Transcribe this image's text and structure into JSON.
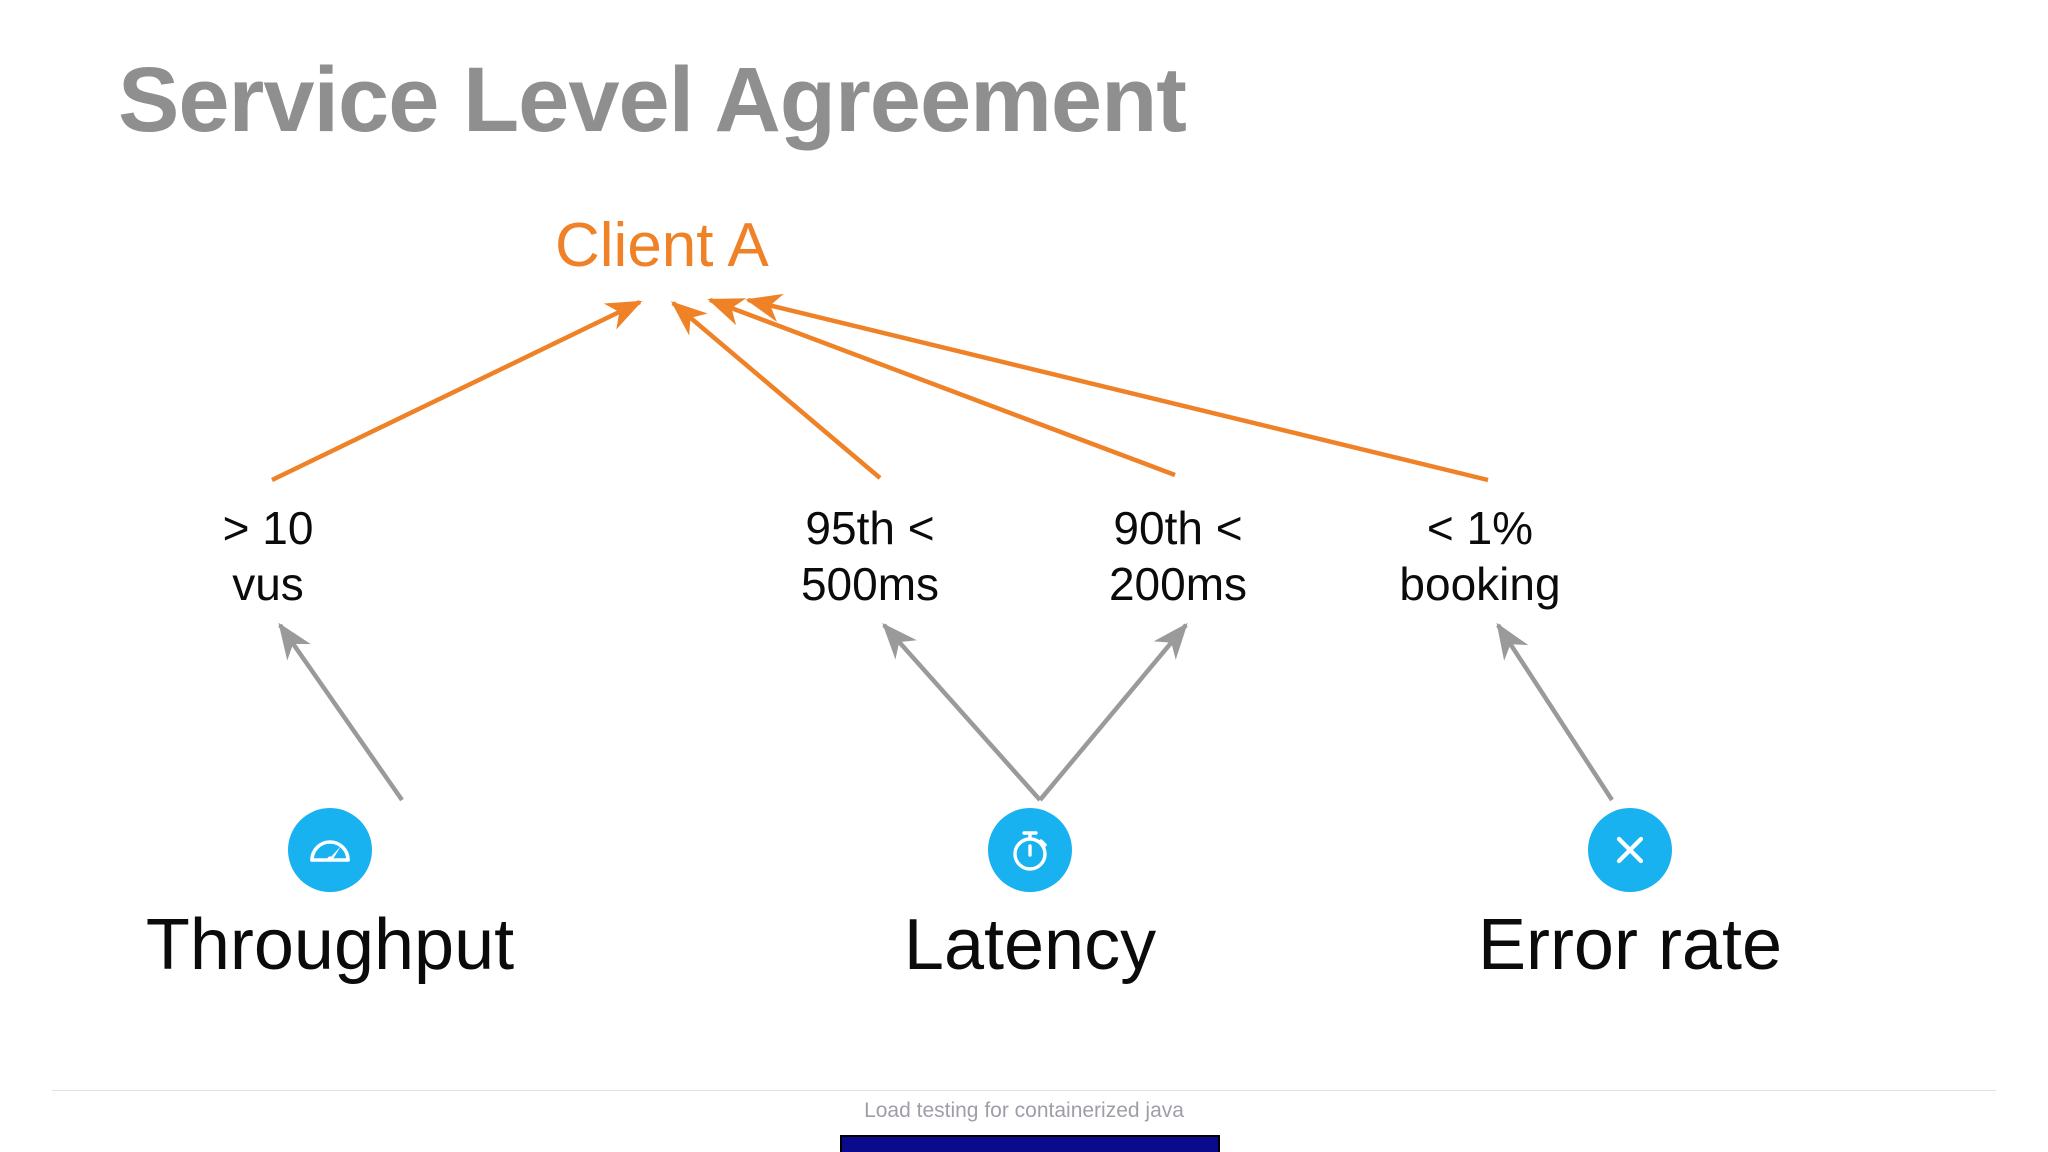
{
  "slide": {
    "title": "Service Level Agreement",
    "title_color": "#8f8f8f",
    "background": "#ffffff"
  },
  "client": {
    "label": "Client A",
    "color": "#ef8127"
  },
  "colors": {
    "client_arrow": "#ef8127",
    "metric_arrow": "#9a9a9a",
    "icon_circle": "#19b2f0",
    "metric_text": "#0b0b0b",
    "footer_text": "#9e9eaa",
    "progress_bar": "#0a0a8c"
  },
  "sla_criteria": [
    {
      "id": "throughput",
      "line1": "> 10",
      "line2": "vus",
      "text": "> 10\nvus"
    },
    {
      "id": "p95",
      "line1": "95th <",
      "line2": "500ms",
      "text": "95th <\n500ms"
    },
    {
      "id": "p90",
      "line1": "90th <",
      "line2": "200ms",
      "text": "90th <\n200ms"
    },
    {
      "id": "errors",
      "line1": "< 1%",
      "line2": "booking",
      "text": "< 1%\nbooking"
    }
  ],
  "metrics": [
    {
      "id": "throughput",
      "label": "Throughput",
      "icon": "speedometer-icon"
    },
    {
      "id": "latency",
      "label": "Latency",
      "icon": "stopwatch-icon"
    },
    {
      "id": "errorrate",
      "label": "Error rate",
      "icon": "close-x-icon"
    }
  ],
  "footer": {
    "text": "Load testing for containerized java"
  }
}
